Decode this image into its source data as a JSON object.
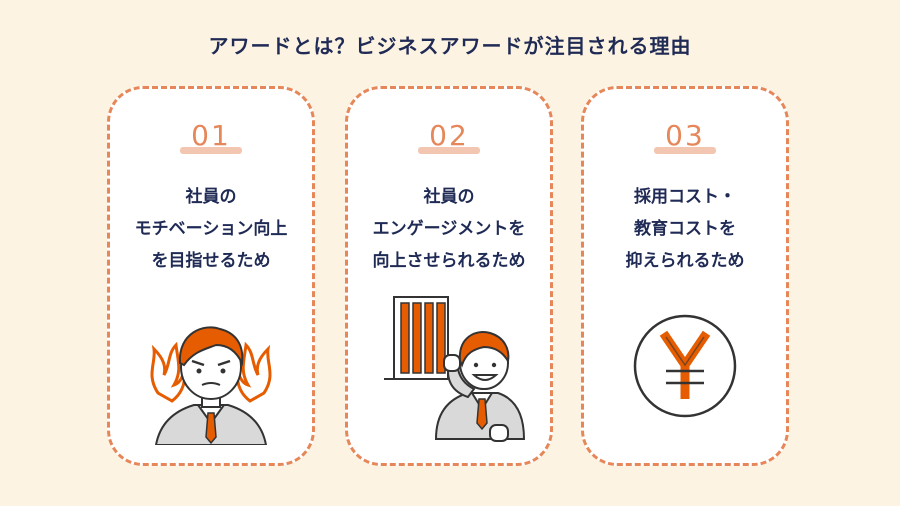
{
  "title": "アワードとは？ビジネスアワードが注目される理由",
  "cards": [
    {
      "number": "01",
      "lines": [
        "社員の",
        "モチベーション向上",
        "を目指せるため"
      ]
    },
    {
      "number": "02",
      "lines": [
        "社員の",
        "エンゲージメントを",
        "向上させられるため"
      ]
    },
    {
      "number": "03",
      "lines": [
        "採用コスト・",
        "教育コストを",
        "抑えられるため"
      ]
    }
  ],
  "illustrations": {
    "card1": "motivated-businessman-icon",
    "card2": "cheering-businessman-building-icon",
    "card3": "yen-coin-icon",
    "yen_symbol": "￥"
  },
  "colors": {
    "background": "#fdf3e2",
    "accent": "#e6875a",
    "text": "#1f2a55",
    "orange": "#e65c00"
  }
}
